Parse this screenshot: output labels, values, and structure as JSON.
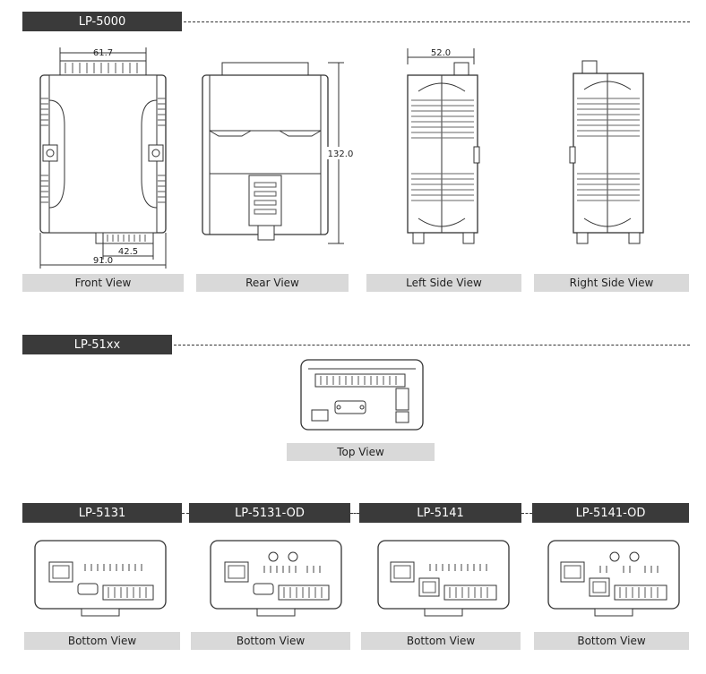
{
  "sections": {
    "lp5000": {
      "title": "LP-5000"
    },
    "lp51xx": {
      "title": "LP-51xx"
    }
  },
  "dimensions": {
    "front_top_width": "61.7",
    "front_bottom_connector": "42.5",
    "front_total_width": "91.0",
    "rear_height": "132.0",
    "side_width": "52.0"
  },
  "views": {
    "front": "Front View",
    "rear": "Rear View",
    "left_side": "Left Side View",
    "right_side": "Right Side View",
    "top": "Top View"
  },
  "models": [
    {
      "name": "LP-5131",
      "view": "Bottom View"
    },
    {
      "name": "LP-5131-OD",
      "view": "Bottom View"
    },
    {
      "name": "LP-5141",
      "view": "Bottom View"
    },
    {
      "name": "LP-5141-OD",
      "view": "Bottom View"
    }
  ],
  "colors": {
    "header_bg": "#3a3a3a",
    "label_bg": "#d9d9d9"
  }
}
